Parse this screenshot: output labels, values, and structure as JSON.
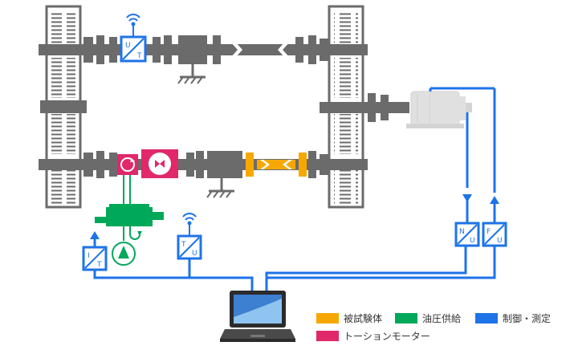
{
  "legend": [
    {
      "key": "specimen",
      "label": "被試験体",
      "color": "#f7a800"
    },
    {
      "key": "hydraulic",
      "label": "油圧供給",
      "color": "#00a85a"
    },
    {
      "key": "control",
      "label": "制御・測定",
      "color": "#1e73e8"
    },
    {
      "key": "torsion_motor",
      "label": "トーションモーター",
      "color": "#e0286b"
    }
  ],
  "converters": {
    "top_torque": {
      "top": "U",
      "bottom": "T"
    },
    "current": {
      "top": "I",
      "bottom": "T"
    },
    "torque": {
      "top": "T",
      "bottom": "U"
    },
    "speed": {
      "top": "N",
      "bottom": "U"
    },
    "force": {
      "top": "F",
      "bottom": "U"
    }
  },
  "colors": {
    "machine": "#6b6b6b",
    "machine_light": "#e0e0e0",
    "specimen": "#f7a800",
    "hydraulic": "#00a85a",
    "control": "#1e73e8",
    "torsion_motor": "#e0286b"
  }
}
